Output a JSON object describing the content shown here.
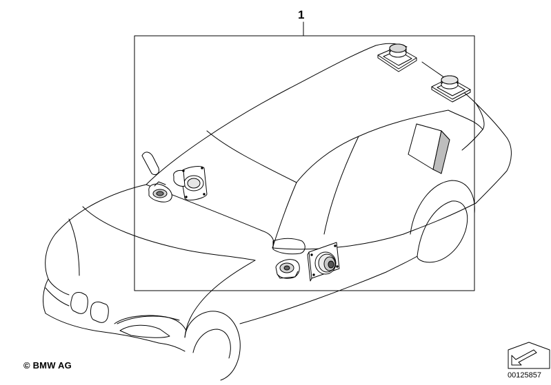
{
  "callout_number": "1",
  "copyright": "© BMW AG",
  "part_number": "00125857",
  "icons": {
    "car": "car-outline-icon",
    "corner_arrow": "folded-corner-arrow-icon"
  },
  "components": [
    "rear-speaker-left",
    "rear-speaker-right",
    "amplifier-box",
    "tweeter-front",
    "midrange-speaker-front",
    "tweeter-door",
    "door-speaker"
  ],
  "colors": {
    "line": "#000000",
    "shade": "#bdbdbd",
    "background": "#ffffff"
  }
}
